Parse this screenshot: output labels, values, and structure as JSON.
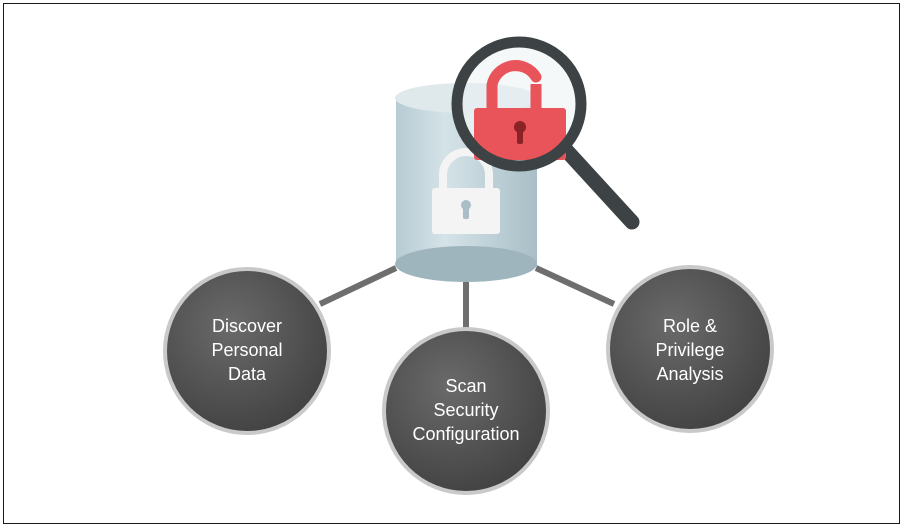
{
  "nodes": [
    {
      "id": "discover",
      "lines": [
        "Discover",
        "Personal",
        "Data"
      ]
    },
    {
      "id": "scan",
      "lines": [
        "Scan",
        "Security",
        "Configuration"
      ]
    },
    {
      "id": "role",
      "lines": [
        "Role &",
        "Privilege",
        "Analysis"
      ]
    }
  ],
  "colors": {
    "node_fill": "#505050",
    "node_border": "#c9c9c9",
    "connector": "#6e6e6e",
    "cylinder": "#c5d7de",
    "lock_white": "#f4f4f4",
    "lock_red": "#e8545a",
    "magnifier_ring": "#3d4245"
  },
  "icons": [
    "database-icon",
    "padlock-icon",
    "magnifier-icon",
    "unlocked-padlock-icon"
  ]
}
